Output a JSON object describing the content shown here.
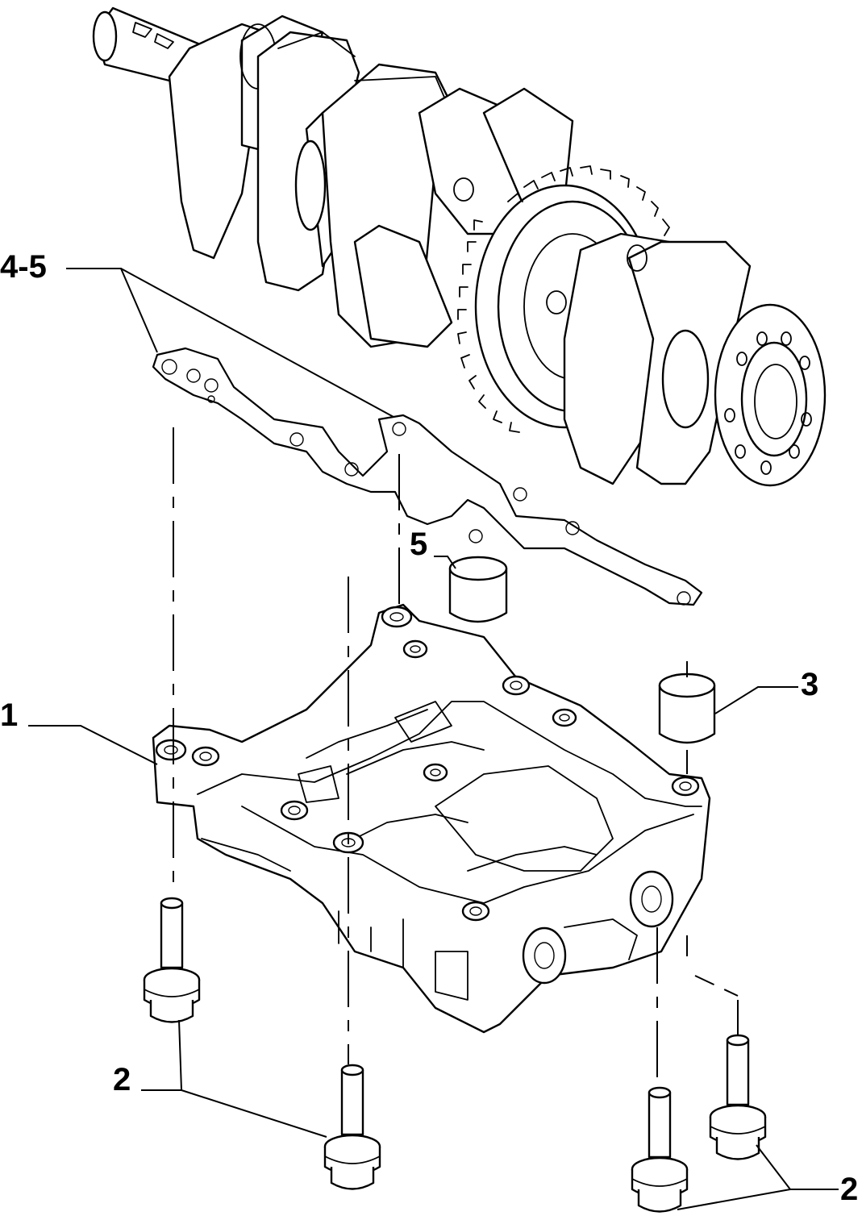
{
  "diagram": {
    "callouts": [
      {
        "id": "crankshaft-gasket",
        "label": "4-5"
      },
      {
        "id": "balancer-housing",
        "label": "1"
      },
      {
        "id": "dowel-sleeve-right",
        "label": "3"
      },
      {
        "id": "dowel-sleeve-top",
        "label": "5"
      },
      {
        "id": "bolts-left",
        "label": "2"
      },
      {
        "id": "bolts-right",
        "label": "2"
      }
    ]
  },
  "colors": {
    "ink": "#000000",
    "paper": "#ffffff"
  }
}
